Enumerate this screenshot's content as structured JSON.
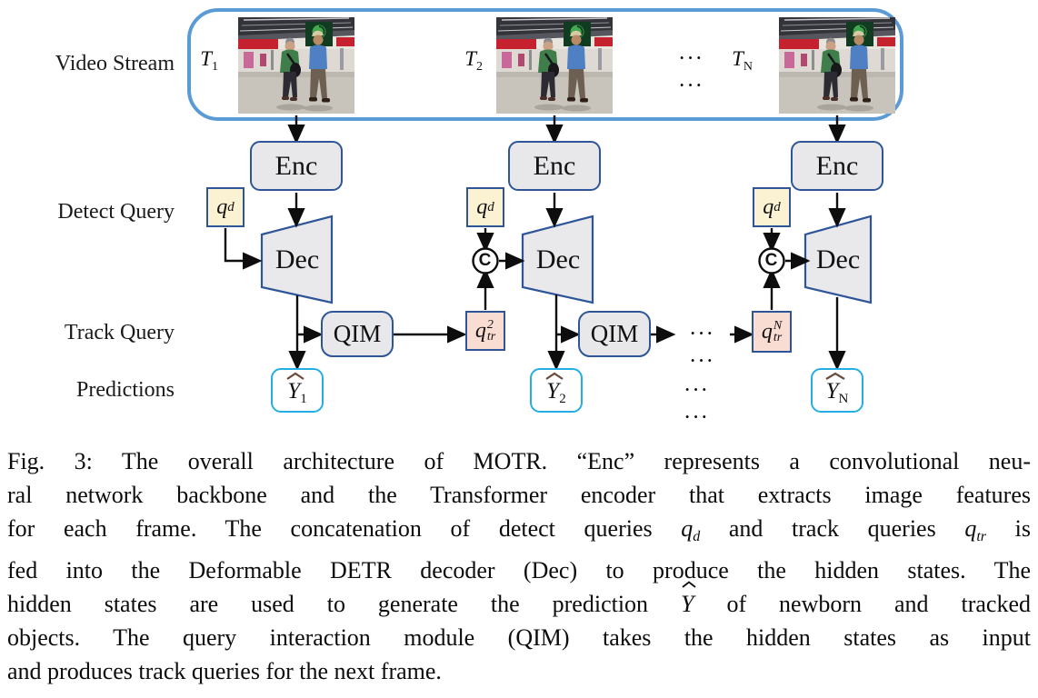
{
  "row_labels": {
    "video_stream": "Video Stream",
    "detect_query": "Detect Query",
    "track_query": "Track Query",
    "predictions": "Predictions"
  },
  "frames": {
    "t_base": "T",
    "f1_sub": "1",
    "f2_sub": "2",
    "fN_sub": "N"
  },
  "blocks": {
    "enc": "Enc",
    "dec": "Dec",
    "qim": "QIM",
    "concat": "C"
  },
  "queries": {
    "q_base": "q",
    "qd_sub": "d",
    "qtr_sub": "tr",
    "qtr2_sup": "2",
    "qtrN_sup": "N"
  },
  "preds": {
    "y_base": "Y",
    "y1_sub": "1",
    "y2_sub": "2",
    "yN_sub": "N"
  },
  "dots": {
    "top": "··· ···",
    "track": "··· ···",
    "pred": "··· ···"
  },
  "colors": {
    "container_blue": "#5B9BD5",
    "border_blue": "#2E5597",
    "prediction_cyan": "#25AEE4",
    "detect_query_fill": "#FBF2D3",
    "track_query_fill": "#F9DCD2",
    "block_fill": "#E8E8EA"
  },
  "caption": {
    "l1": "Fig. 3: The overall architecture of MOTR. “Enc” represents a convolutional neu-",
    "l2": "ral network backbone and the Transformer encoder that extracts image features",
    "l3a": "for each frame. The concatenation of detect queries ",
    "l3b": " and track queries ",
    "l3c": " is",
    "l4": "fed into the Deformable DETR decoder (Dec) to produce the hidden states. The",
    "l5a": "hidden states are used to generate the prediction ",
    "l5b": " of newborn and tracked",
    "l6": "objects. The query interaction module (QIM) takes the hidden states as input",
    "l7": "and produces track queries for the next frame."
  }
}
